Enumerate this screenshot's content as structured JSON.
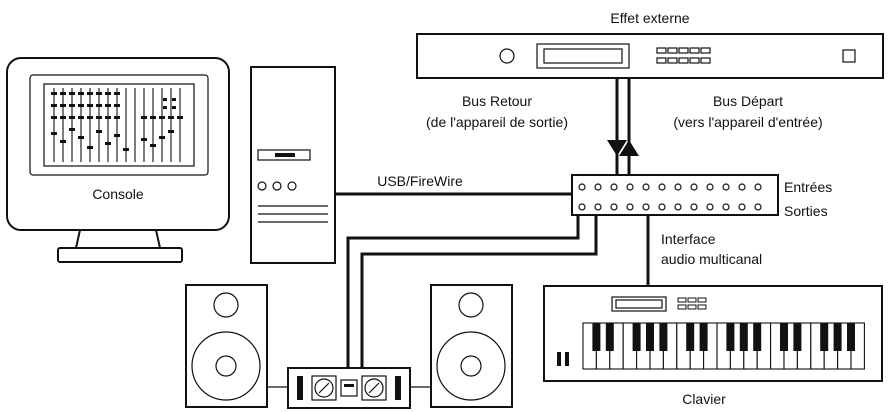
{
  "labels": {
    "external_effect": "Effet externe",
    "bus_return_1": "Bus Retour",
    "bus_return_2": "(de l'appareil de sortie)",
    "bus_send_1": "Bus Départ",
    "bus_send_2": "(vers l'appareil d'entrée)",
    "console": "Console",
    "usb": "USB/FireWire",
    "inputs": "Entrées",
    "outputs": "Sorties",
    "interface_1": "Interface",
    "interface_2": "audio multicanal",
    "keyboard": "Clavier"
  },
  "colors": {
    "ink": "#111111",
    "background": "#ffffff"
  }
}
